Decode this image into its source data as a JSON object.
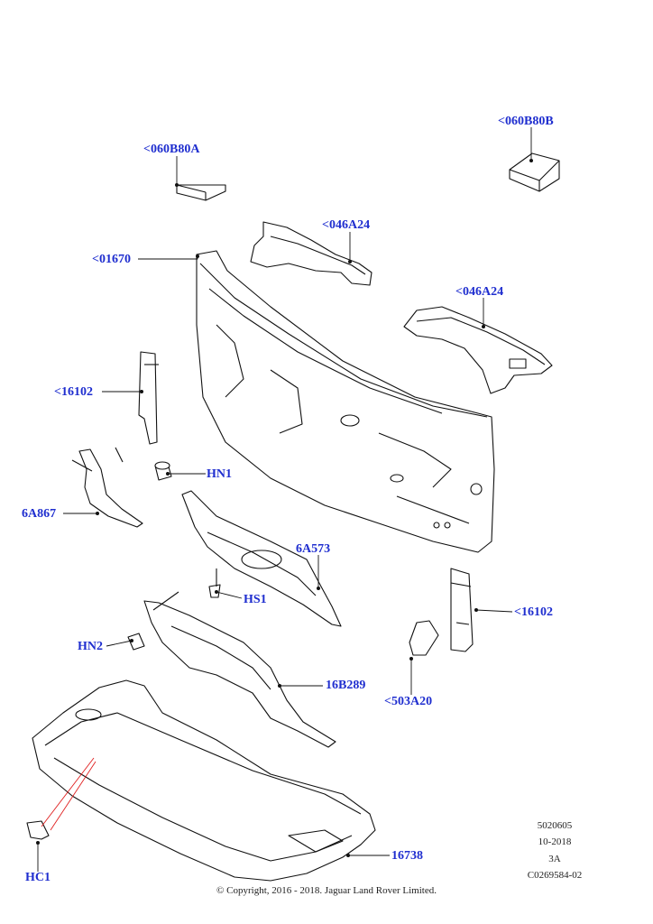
{
  "callouts": {
    "p060B80B": "<060B80B",
    "p060B80A": "<060B80A",
    "p046A24_top": "<046A24",
    "p046A24_right": "<046A24",
    "p01670": "<01670",
    "p16102_left": "<16102",
    "pHN1": "HN1",
    "p6A867": "6A867",
    "p6A573": "6A573",
    "pHS1": "HS1",
    "p16102_right": "<16102",
    "pHN2": "HN2",
    "p16B289": "16B289",
    "p503A20": "<503A20",
    "p16738": "16738",
    "pHC1": "HC1"
  },
  "metadata": {
    "line1": "5020605",
    "line2": "10-2018",
    "line3": "3A",
    "line4": "C0269584-02"
  },
  "copyright": "© Copyright, 2016 - 2018. Jaguar Land Rover Limited.",
  "colors": {
    "callout": "#1f2ecf",
    "leader_red": "#e02020",
    "line": "#111111"
  }
}
